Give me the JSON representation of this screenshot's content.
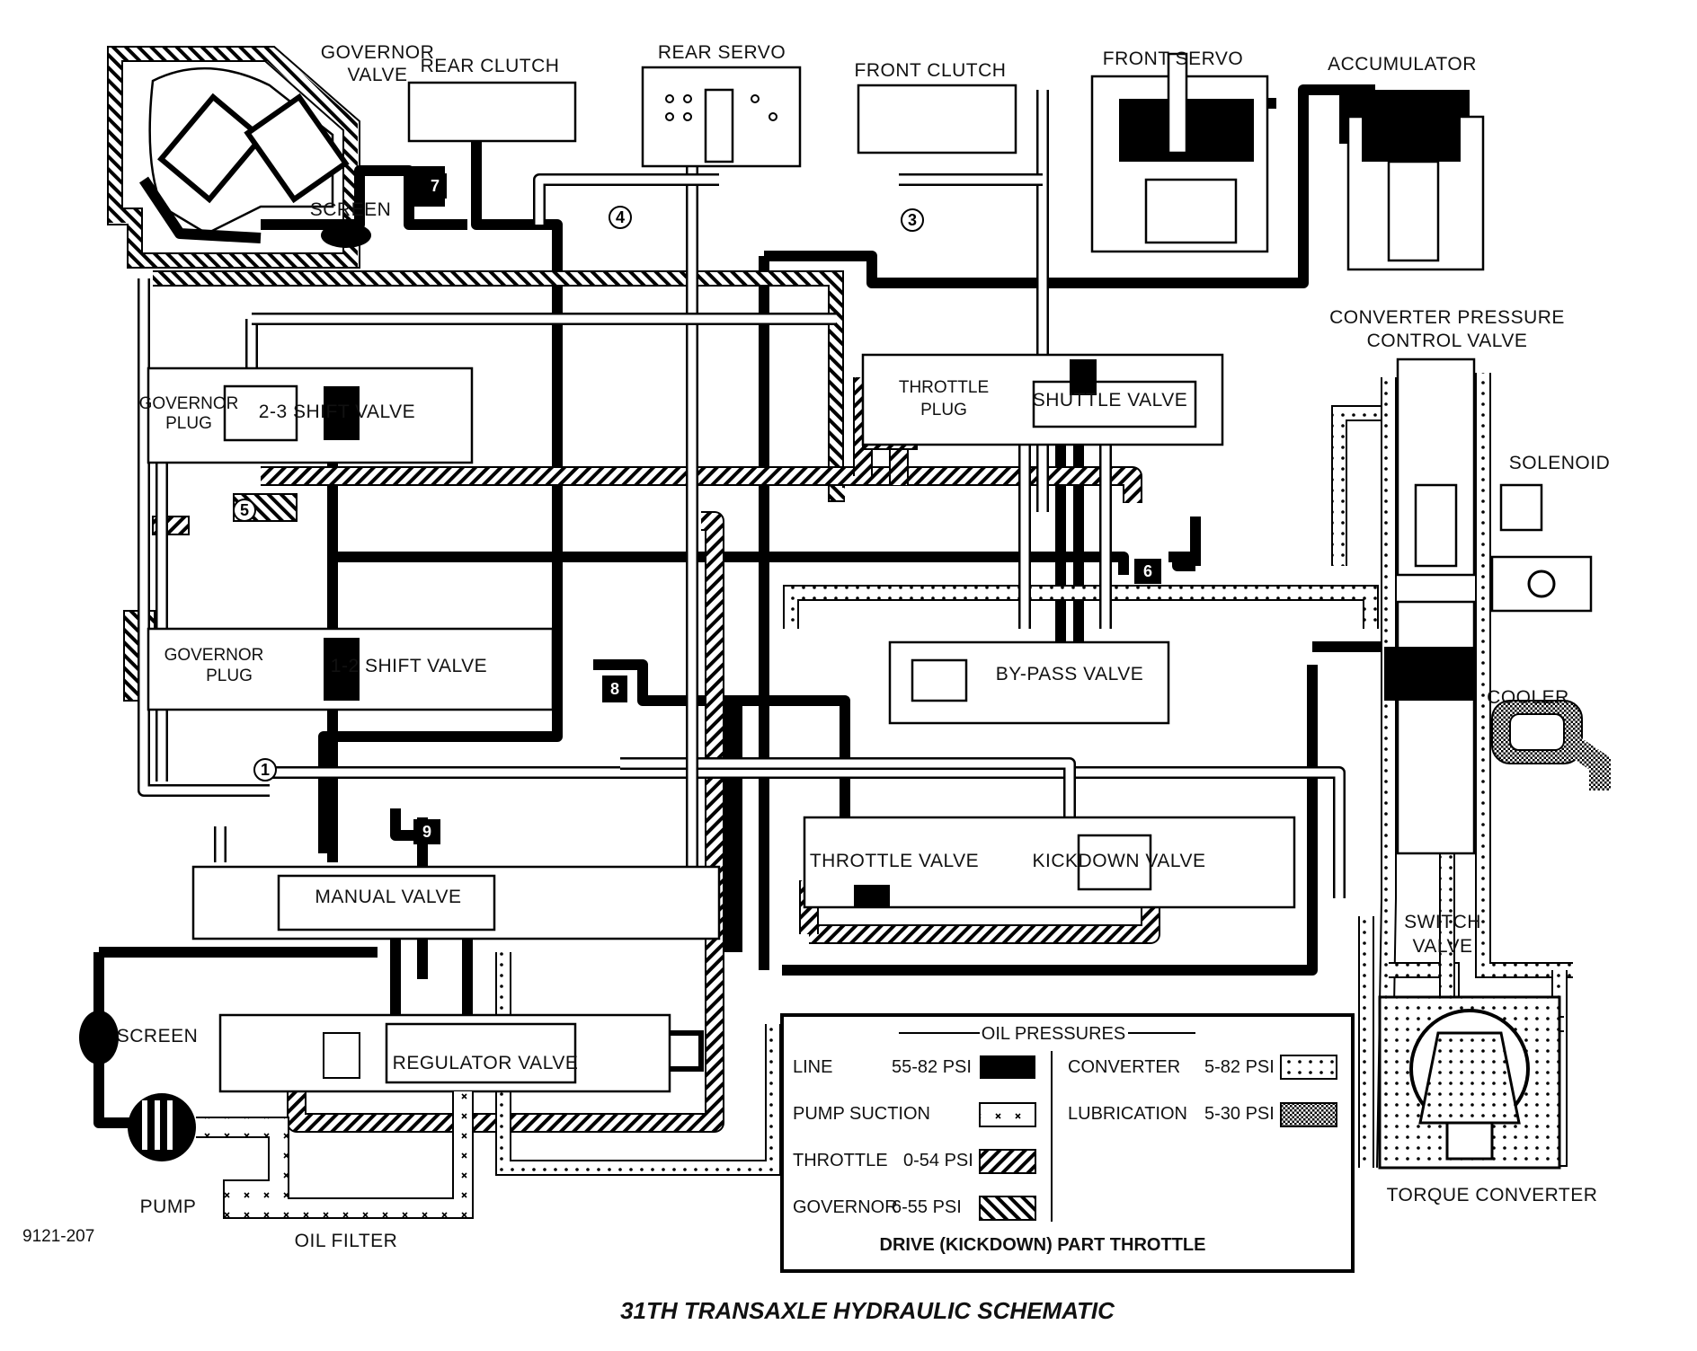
{
  "colors": {
    "line": "#000000",
    "background": "#ffffff",
    "ink": "#111111"
  },
  "labels": {
    "governor_valve": [
      "GOVERNOR",
      "VALVE"
    ],
    "rear_clutch": "REAR CLUTCH",
    "rear_servo": "REAR SERVO",
    "front_clutch": "FRONT CLUTCH",
    "front_servo": "FRONT SERVO",
    "accumulator": "ACCUMULATOR",
    "screen_top": "SCREEN",
    "governor_plug_23": [
      "GOVERNOR",
      "PLUG"
    ],
    "shift_valve_23": "2-3 SHIFT VALVE",
    "throttle_plug": [
      "THROTTLE",
      "PLUG"
    ],
    "shuttle_valve": "SHUTTLE VALVE",
    "converter_pressure_control_valve": [
      "CONVERTER PRESSURE",
      "CONTROL VALVE"
    ],
    "solenoid": "SOLENOID",
    "governor_plug_12": [
      "GOVERNOR",
      "PLUG"
    ],
    "shift_valve_12": "1-2 SHIFT VALVE",
    "bypass_valve": "BY-PASS VALVE",
    "cooler": "COOLER",
    "throttle_valve": "THROTTLE VALVE",
    "kickdown_valve": "KICKDOWN VALVE",
    "manual_valve": "MANUAL VALVE",
    "switch_valve": [
      "SWITCH",
      "VALVE"
    ],
    "screen_bottom": "SCREEN",
    "regulator_valve": "REGULATOR VALVE",
    "pump": "PUMP",
    "oil_filter": "OIL FILTER",
    "torque_converter": "TORQUE CONVERTER",
    "figure_id": "9121-207"
  },
  "check_balls": [
    "1",
    "3",
    "4",
    "5",
    "6",
    "7",
    "8",
    "9"
  ],
  "legend": {
    "heading": "OIL PRESSURES",
    "items_left": [
      {
        "name": "LINE",
        "range": "55-82 PSI",
        "pattern": "solid-black"
      },
      {
        "name": "PUMP SUCTION",
        "range": "",
        "pattern": "crosses"
      },
      {
        "name": "THROTTLE",
        "range": "0-54 PSI",
        "pattern": "forward-hatch"
      },
      {
        "name": "GOVERNOR",
        "range": "6-55 PSI",
        "pattern": "back-hatch"
      }
    ],
    "items_right": [
      {
        "name": "CONVERTER",
        "range": "5-82 PSI",
        "pattern": "dots"
      },
      {
        "name": "LUBRICATION",
        "range": "5-30 PSI",
        "pattern": "stipple"
      }
    ],
    "caption": "DRIVE (KICKDOWN) PART THROTTLE"
  },
  "title": "31TH TRANSAXLE HYDRAULIC SCHEMATIC"
}
